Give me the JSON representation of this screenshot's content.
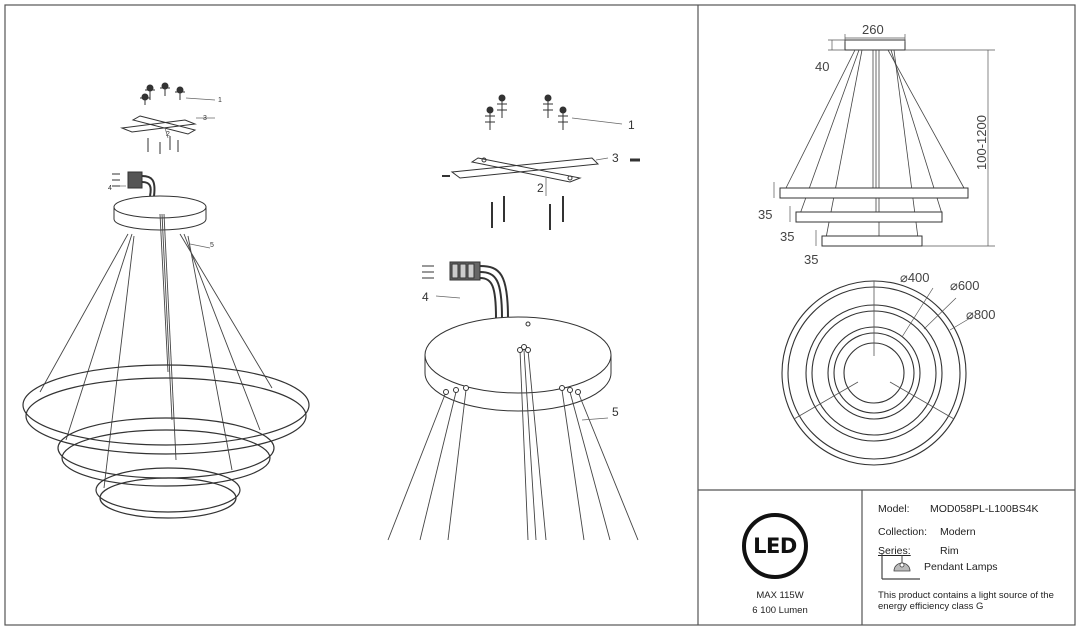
{
  "left_view": {
    "callouts": [
      "1",
      "3",
      "2",
      "4",
      "5"
    ]
  },
  "middle_view": {
    "callouts": [
      "1",
      "3",
      "2",
      "4",
      "5"
    ]
  },
  "side_view": {
    "dims": {
      "canopy_width": "260",
      "canopy_height": "40",
      "overall_height": "100-1200",
      "ring_height_1": "35",
      "ring_height_2": "35",
      "ring_height_3": "35"
    }
  },
  "top_view": {
    "diameters": [
      "⌀400",
      "⌀600",
      "⌀800"
    ]
  },
  "led_badge": {
    "label": "LED",
    "power": "MAX 115W",
    "lumen": "6 100 Lumen"
  },
  "product_info": {
    "model_key": "Model:",
    "model_value": "MOD058PL-L100BS4K",
    "collection_key": "Collection:",
    "collection_value": "Modern",
    "series_key": "Series:",
    "series_value": "Rim",
    "category": "Pendant Lamps",
    "energy_note": "This product contains a light source of the energy efficiency class G"
  },
  "icons": {
    "pendant": "pendant-lamp-icon"
  }
}
